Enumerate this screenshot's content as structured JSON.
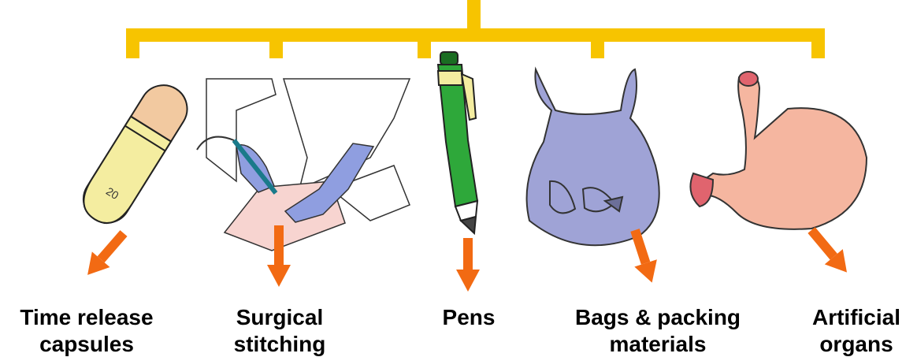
{
  "colors": {
    "bracket": "#f7c400",
    "arrow": "#f26a13",
    "capsule_tip": "#f2c9a0",
    "capsule_body": "#f4eda0",
    "glove": "#8f9ee0",
    "cloth": "#f7d4d0",
    "pen_body": "#2ea83a",
    "pen_dark": "#1a6d22",
    "bag": "#9fa3d6",
    "stomach": "#f5b6a0",
    "stomach_end": "#e0646e"
  },
  "icons": [
    "capsule-icon",
    "surgeon-icon",
    "pen-icon",
    "bag-icon",
    "stomach-icon"
  ],
  "labels": {
    "capsules": [
      "Time release",
      "capsules"
    ],
    "stitching": [
      "Surgical",
      "stitching"
    ],
    "pens": [
      "Pens"
    ],
    "bags": [
      "Bags & packing",
      "materials"
    ],
    "organs": [
      "Artificial",
      "organs"
    ]
  }
}
